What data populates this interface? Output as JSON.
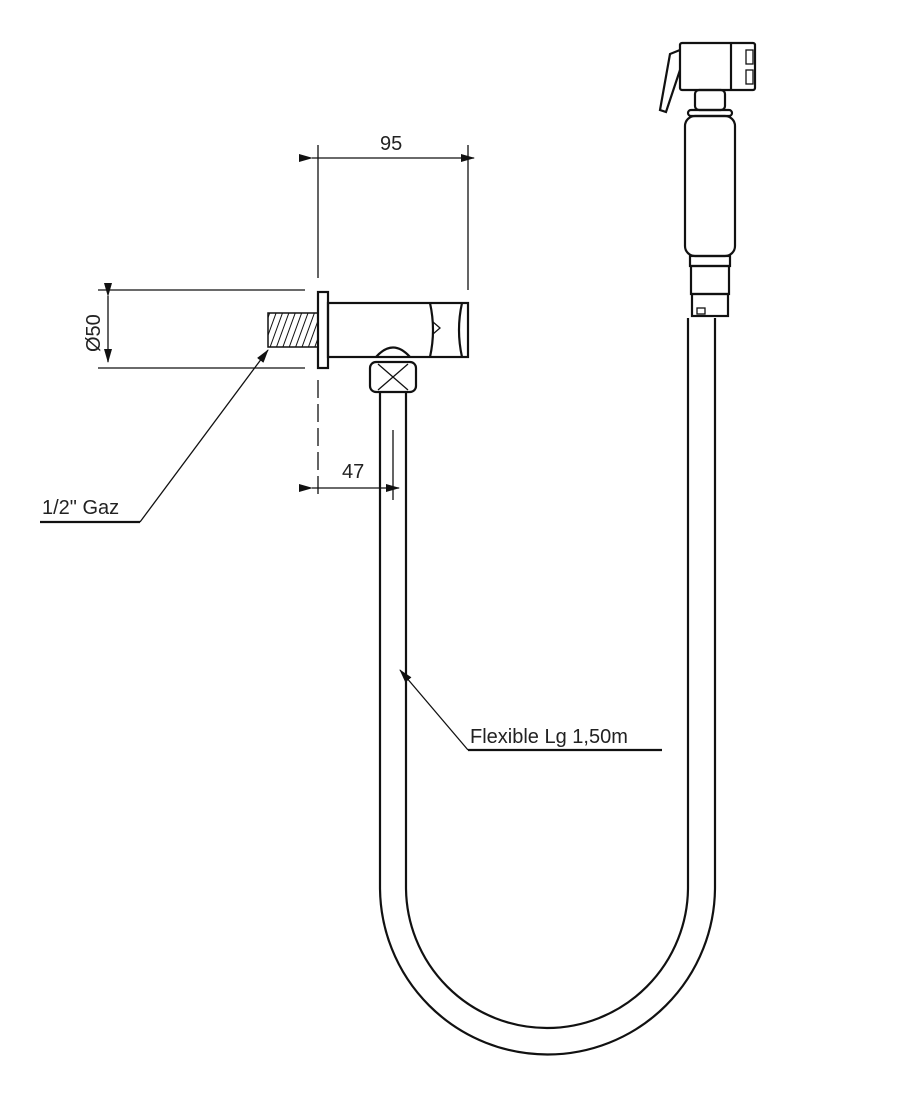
{
  "dimensions": {
    "width_label": "95",
    "diameter_label": "Ø50",
    "outlet_offset_label": "47"
  },
  "annotations": {
    "thread_label": "1/2\" Gaz",
    "hose_label": "Flexible Lg 1,50m"
  }
}
